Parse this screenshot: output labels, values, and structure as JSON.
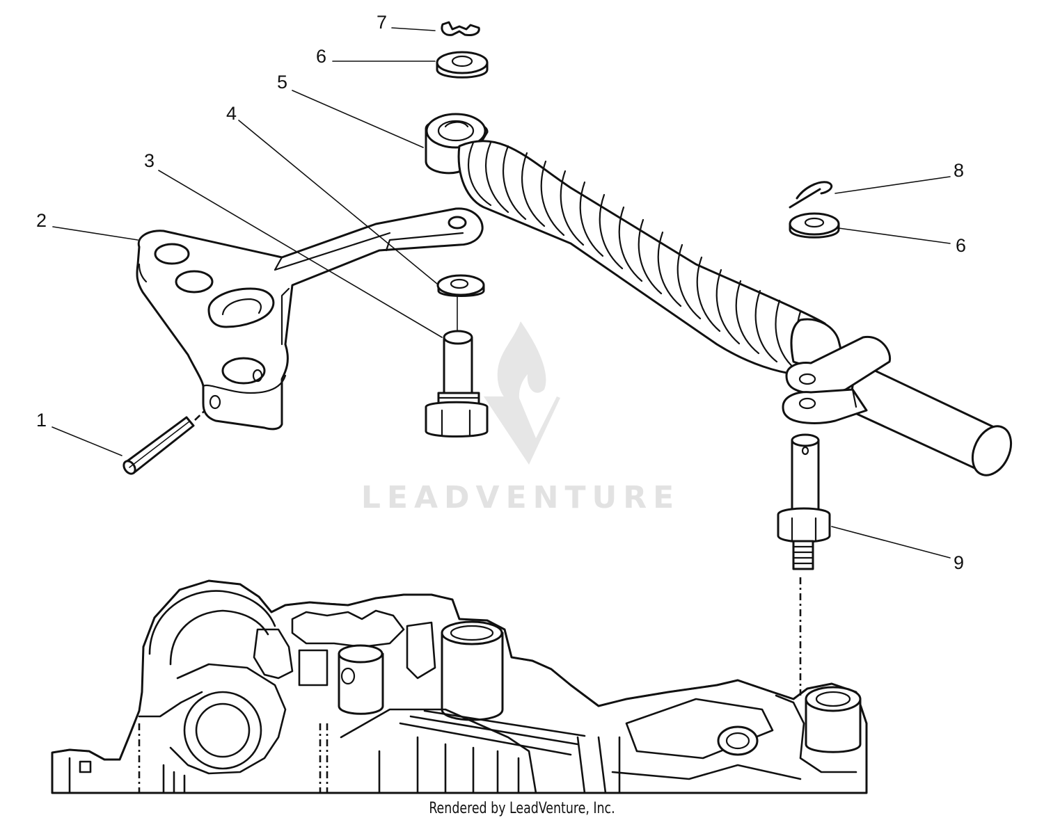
{
  "watermark": {
    "brand": "LEADVENTURE",
    "logo_icon": "leadventure-flame-v-logo"
  },
  "callouts": [
    {
      "id": "c1",
      "label": "1"
    },
    {
      "id": "c2",
      "label": "2"
    },
    {
      "id": "c3",
      "label": "3"
    },
    {
      "id": "c4",
      "label": "4"
    },
    {
      "id": "c5",
      "label": "5"
    },
    {
      "id": "c6a",
      "label": "6"
    },
    {
      "id": "c7",
      "label": "7"
    },
    {
      "id": "c8",
      "label": "8"
    },
    {
      "id": "c6b",
      "label": "6"
    },
    {
      "id": "c9",
      "label": "9"
    }
  ],
  "footer": {
    "credit": "Rendered by LeadVenture, Inc."
  }
}
